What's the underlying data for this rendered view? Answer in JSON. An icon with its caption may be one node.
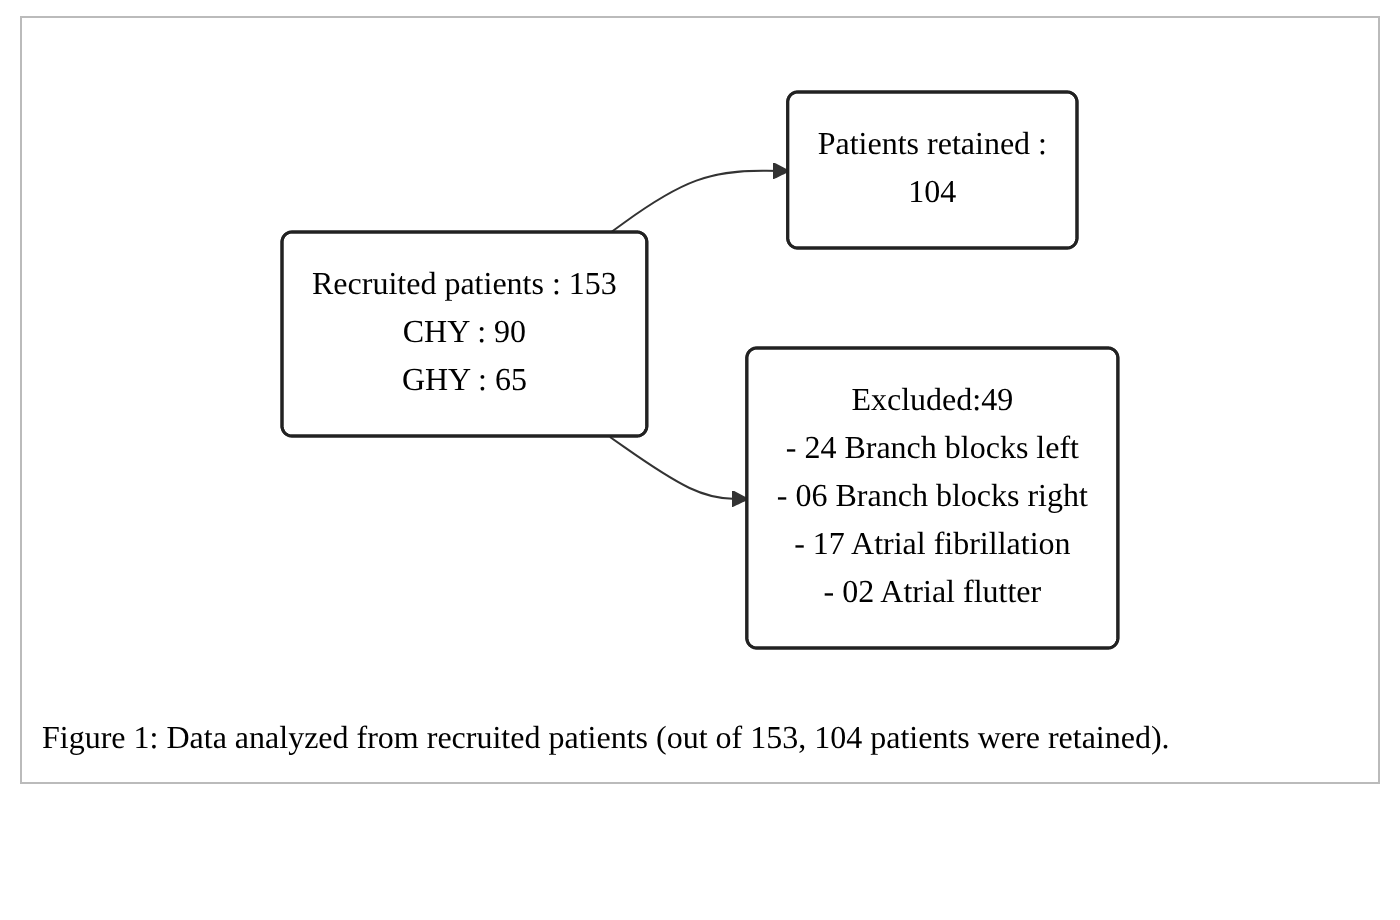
{
  "diagram": {
    "caption": "Figure 1: Data analyzed from recruited patients (out of 153, 104 patients were retained).",
    "nodes": [
      {
        "text": [
          "Recruited patients : 153",
          "CHY : 90",
          "GHY : 65"
        ]
      },
      {
        "text": [
          "Patients retained :",
          "104"
        ]
      },
      {
        "text": [
          "Excluded:49",
          "- 24 Branch blocks left",
          "- 06 Branch blocks right",
          "- 17 Atrial fibrillation",
          "- 02 Atrial flutter"
        ]
      }
    ],
    "edges": [
      {
        "from": 0,
        "to": 1,
        "arrow": "to"
      },
      {
        "from": 0,
        "to": 2,
        "arrow": "to"
      }
    ]
  }
}
